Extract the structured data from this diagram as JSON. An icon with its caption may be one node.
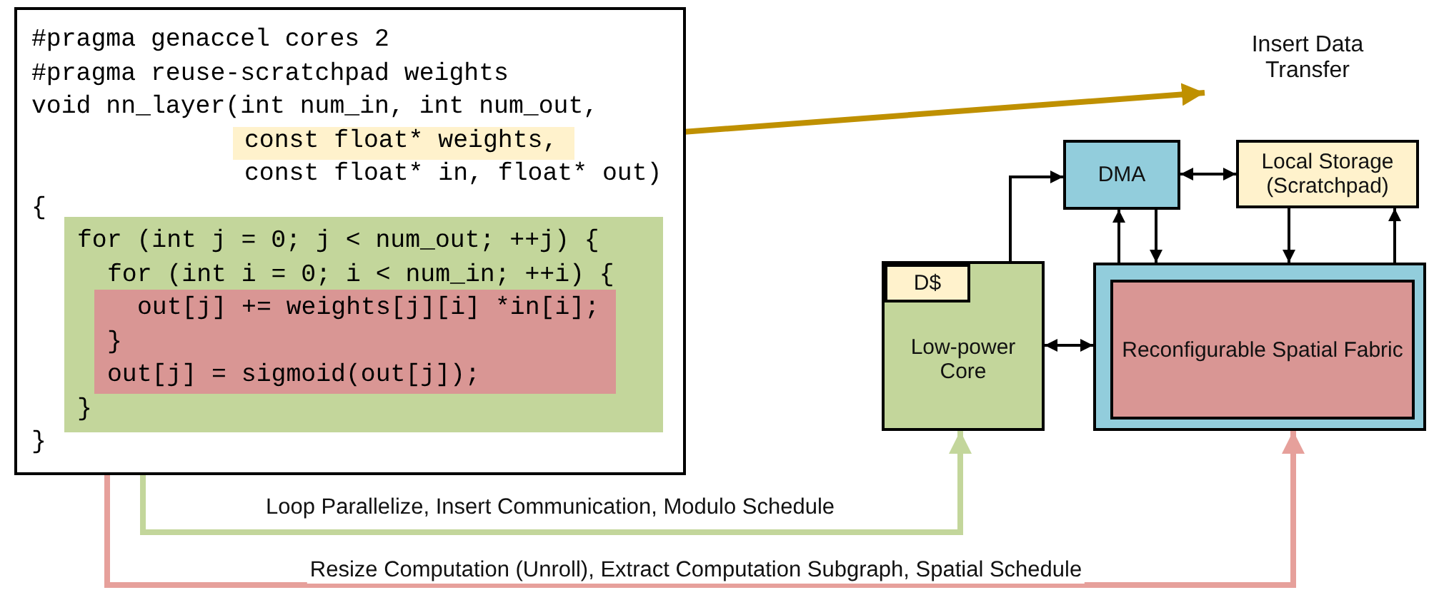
{
  "diagram": {
    "nodes": [
      {
        "text": [
          "#pragma genaccel cores 2",
          "#pragma reuse-scratchpad weights",
          "void nn_layer(int num_in, int num_out,",
          "const float* in, float* out)",
          "{",
          "}"
        ]
      },
      {
        "text": [
          "const float* weights,"
        ],
        "in": 0
      },
      {
        "text": [
          "for (int j = 0; j < num_out; ++j) {",
          "for (int i = 0; i < num_in; ++i) {",
          "}"
        ],
        "in": 0
      },
      {
        "text": [
          "out[j] += weights[j][i] *in[i];",
          "}",
          "out[j] = sigmoid(out[j]);"
        ],
        "in": 2
      },
      {
        "text": [
          "Insert Data Transfer"
        ]
      },
      {
        "text": [
          "DMA"
        ]
      },
      {
        "text": [
          "Local Storage (Scratchpad)"
        ]
      },
      {
        "text": [
          "Low-power Core"
        ]
      },
      {
        "text": [
          "D$"
        ],
        "in": 7
      },
      {
        "text": [],
        "shape": "box"
      },
      {
        "text": [
          "Reconfigurable Spatial Fabric"
        ],
        "in": 9
      }
    ],
    "edges": [
      {
        "from": 1,
        "to": 4,
        "arrow": "to",
        "style": "thick",
        "color": "#bf9000"
      },
      {
        "from": 7,
        "to": 5,
        "arrow": "to"
      },
      {
        "from": 5,
        "to": 6,
        "arrow": "both"
      },
      {
        "from": 9,
        "to": 5,
        "arrow": "to"
      },
      {
        "from": 5,
        "to": 9,
        "arrow": "to"
      },
      {
        "from": 6,
        "to": 9,
        "arrow": "to"
      },
      {
        "from": 9,
        "to": 6,
        "arrow": "to"
      },
      {
        "from": 7,
        "to": 9,
        "arrow": "both"
      },
      {
        "from": 2,
        "to": 7,
        "arrow": "to",
        "label": "Loop Parallelize, Insert Communication, Modulo Schedule",
        "style": "thick",
        "color": "#c3d69b"
      },
      {
        "from": 3,
        "to": 9,
        "arrow": "to",
        "label": "Resize Computation (Unroll), Extract Computation Subgraph, Spatial Schedule",
        "style": "thick",
        "color": "#e6a09b"
      }
    ]
  }
}
